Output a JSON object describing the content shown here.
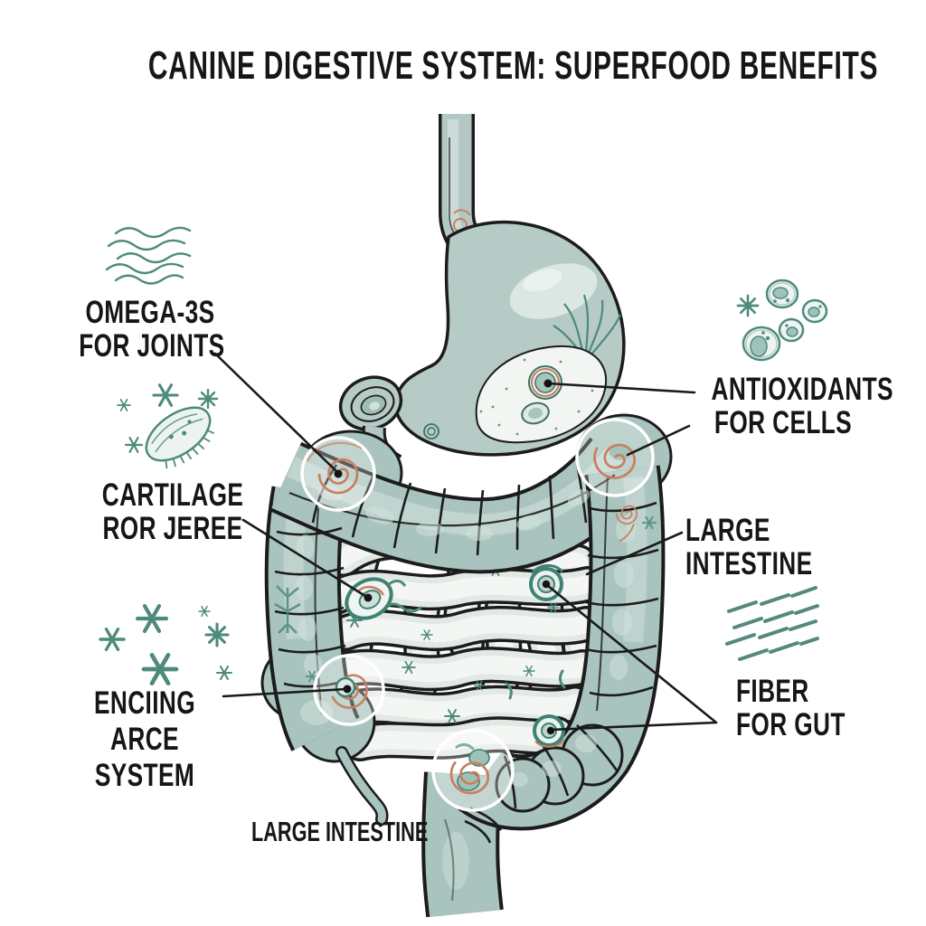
{
  "title": "CANINE DIGESTIVE SYSTEM: SUPERFOOD BENEFITS",
  "labels": {
    "omega3": {
      "line1": "OMEGA-3S",
      "line2": "FOR JOINTS"
    },
    "cartilage": {
      "line1": "CARTILAGE",
      "line2": "ROR JEREE"
    },
    "enciing": {
      "line1": "ENCIING",
      "line2": "ARCE",
      "line3": "SYSTEM"
    },
    "antioxidants": {
      "line1": "ANTIOXIDANTS",
      "line2": "FOR CELLS"
    },
    "large_intestine_right": {
      "line1": "LARGE",
      "line2": "INTESTINE"
    },
    "fiber": {
      "line1": "FIBER",
      "line2": "FOR GUT"
    },
    "large_intestine_bottom": {
      "line1": "LARGE INTESTINE"
    }
  },
  "icons": {
    "omega_waves": "wavy-lines",
    "cell_organism": "ciliated-microbe-with-sparkles",
    "sparkles": "star-sparkles",
    "cells_cluster": "round-cells-with-nuclei",
    "fiber_strands": "diagonal-dashes"
  },
  "palette": {
    "background": "#ffffff",
    "text": "#161616",
    "outline": "#1c1c1c",
    "organ_teal": "#a9c4be",
    "organ_teal_light": "#cdded8",
    "stomach": "#b6cac6",
    "intestine": "#f4f6f4",
    "decor_green": "#4e8a7c",
    "accent_orange": "#c8805f"
  }
}
